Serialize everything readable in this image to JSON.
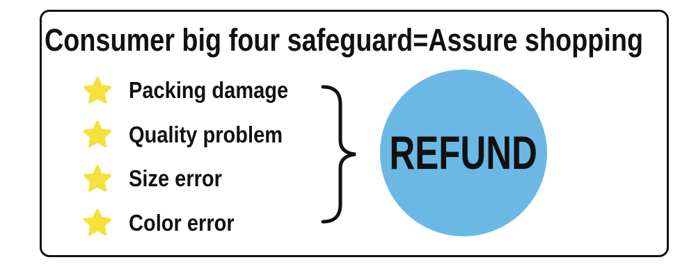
{
  "banner": {
    "title": "Consumer big four safeguard=Assure shopping",
    "items": [
      {
        "icon": "star-icon",
        "label": "Packing damage"
      },
      {
        "icon": "star-icon",
        "label": "Quality problem"
      },
      {
        "icon": "star-icon",
        "label": "Size error"
      },
      {
        "icon": "star-icon",
        "label": "Color error"
      }
    ],
    "grouping_icon": "curly-brace",
    "refund_label": "REFUND",
    "colors": {
      "star_yellow": "#F6E13C",
      "circle_blue": "#6CB8E5",
      "ink": "#111111",
      "frame_border": "#111111",
      "background": "#FFFFFF"
    }
  }
}
